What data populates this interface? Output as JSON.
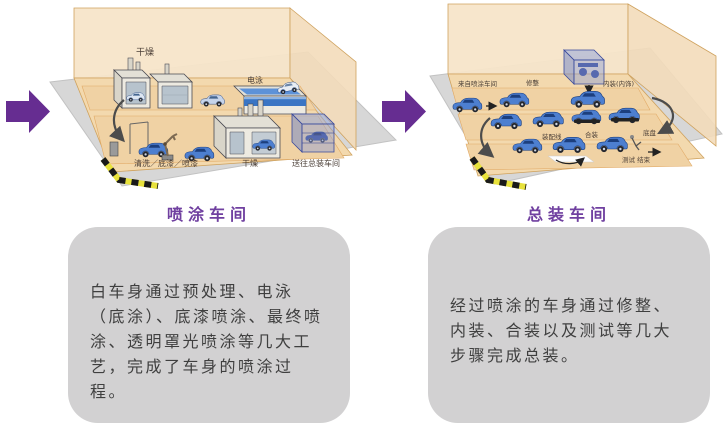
{
  "colors": {
    "arrow_purple": "#662d91",
    "title_purple": "#7040a0",
    "room_wall": "#f6e2c4",
    "room_floor": "#f3d9ae",
    "platform_gray": "#d7d7d7",
    "car_blue": "#4d7fd0",
    "textbox_gray": "#d2d1d2",
    "hazard_yellow": "#e8e23c"
  },
  "left_panel": {
    "title": "喷涂车间",
    "labels": {
      "drying_top": "干燥",
      "electrocoat": "电泳",
      "clean_primer_spray": "清洗／底漆／喷漆",
      "drying_bottom": "干燥",
      "to_assembly": "送往总装车间"
    },
    "description": "白车身通过预处理、电泳（底涂）、底漆喷涂、最终喷涂、透明罩光喷涂等几大工艺，完成了车身的喷涂过程。"
  },
  "right_panel": {
    "title": "总装车间",
    "labels": {
      "from_paint_shop": "来自喷涂车间",
      "trim": "修整",
      "interior": "内装(内饰)",
      "assembly_line": "装配线",
      "marriage": "合装",
      "chassis": "底盘",
      "test_end": "测试 结束"
    },
    "description": "经过喷涂的车身通过修整、内装、合装以及测试等几大步骤完成总装。"
  }
}
